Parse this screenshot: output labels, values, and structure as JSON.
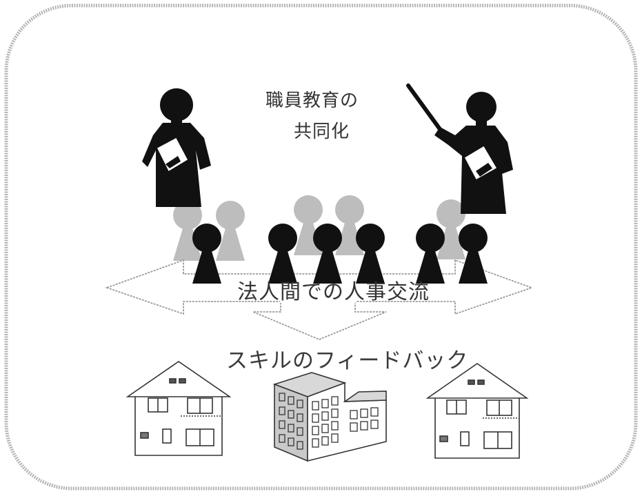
{
  "diagram": {
    "heading_line1": "職員教育の",
    "heading_line2": "共同化",
    "exchange_label": "法人間での人事交流",
    "feedback_label": "スキルのフィードバック"
  },
  "icons": {
    "trainers": [
      "person-with-clipboard-icon",
      "presenter-with-pointer-icon"
    ],
    "staff": "staff-member-icon",
    "buildings": [
      "house-icon",
      "office-building-icon",
      "house-icon"
    ]
  },
  "colors": {
    "foreground_figure": "#111111",
    "background_figure": "#bdbdbd",
    "arrow_outline": "#9a9a9a",
    "frame": "#b5b5b5",
    "text": "#333333"
  }
}
